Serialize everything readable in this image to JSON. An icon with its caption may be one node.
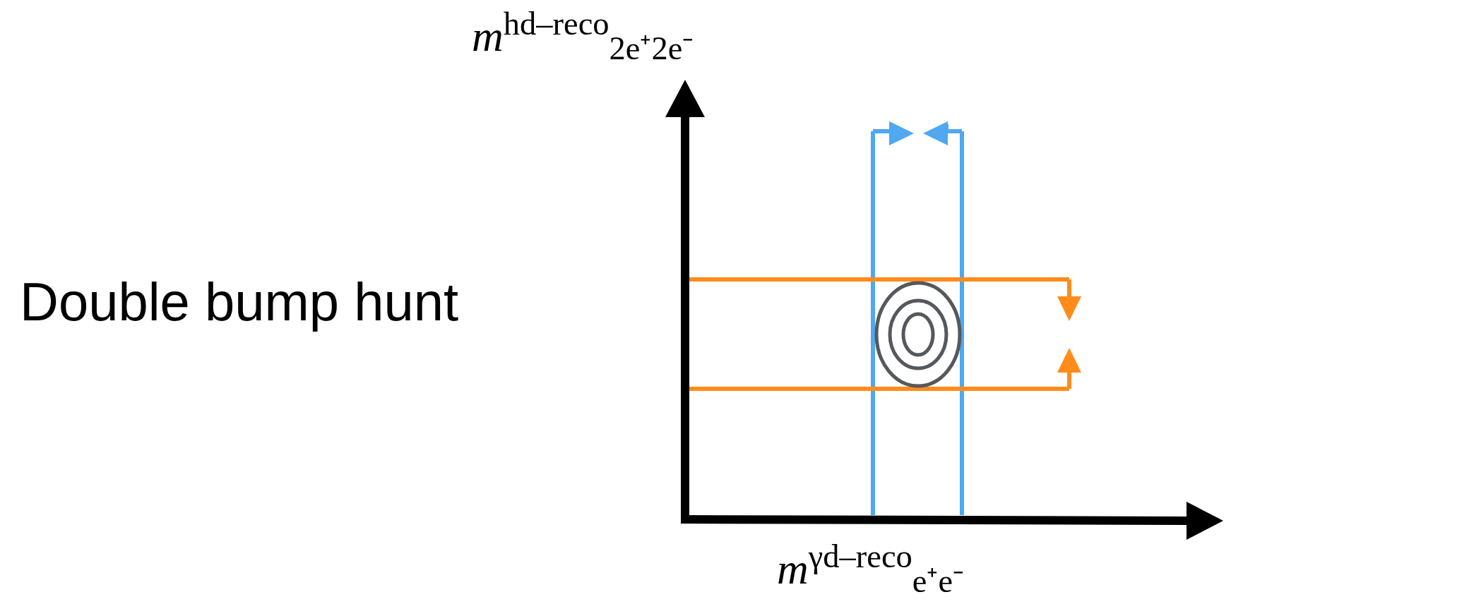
{
  "diagram": {
    "labels": [
      "Double bump hunt",
      "*m*$^{hd–reco}$$_{2e⁺2e⁻}$",
      "*m*$^{γd–reco}$$_{e⁺e⁻}$"
    ]
  }
}
